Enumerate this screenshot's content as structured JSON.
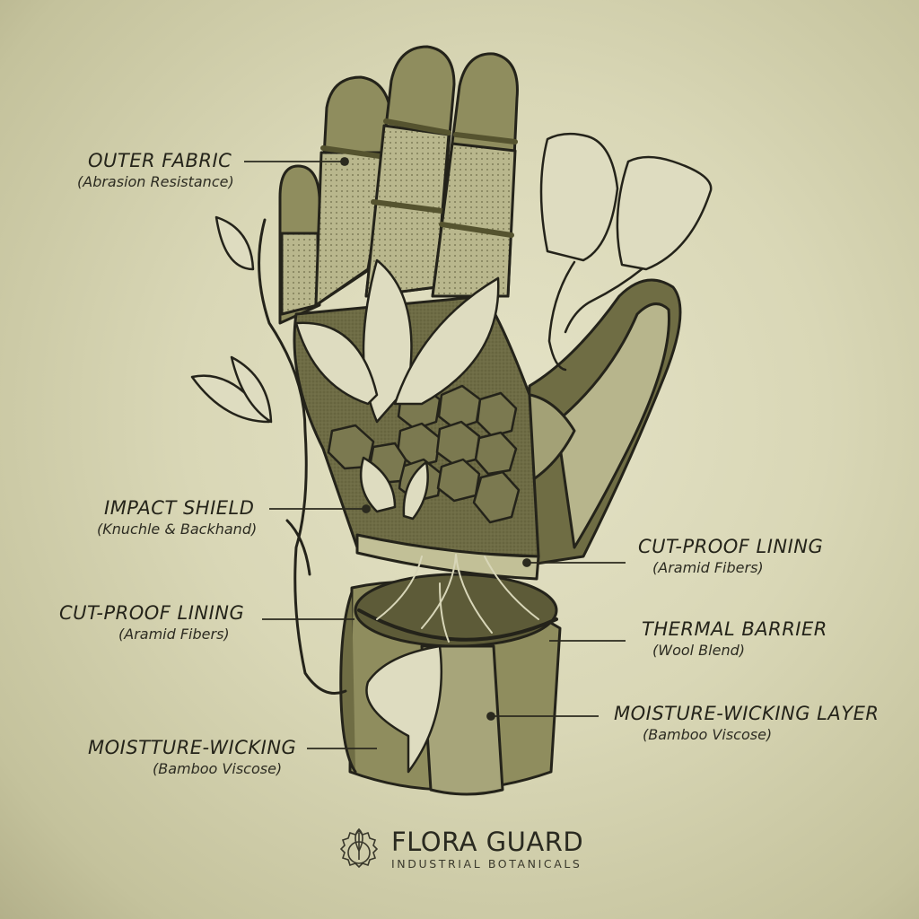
{
  "diagram": {
    "subject": "Botanical-themed protective work glove cross-section",
    "colors": {
      "background": "#d9d7b6",
      "glove_dark": "#6f6d44",
      "glove_mid": "#8f8d5e",
      "glove_light": "#b7b58c",
      "leaf_fill": "#dedcc0",
      "ink": "#24231a"
    },
    "labels": [
      {
        "id": "outer-fabric",
        "title": "OUTER FABRIC",
        "subtitle": "(Abrasion Resistance)",
        "side": "left"
      },
      {
        "id": "impact-shield",
        "title": "IMPACT SHIELD",
        "subtitle": "(Knuchle & Backhand)",
        "side": "left"
      },
      {
        "id": "cut-proof-left",
        "title": "CUT-PROOF LINING",
        "subtitle": "(Aramid Fibers)",
        "side": "left"
      },
      {
        "id": "moisture-left",
        "title": "MOISTTURE-WICKING",
        "subtitle": "(Bamboo Viscose)",
        "side": "left"
      },
      {
        "id": "cut-proof-right",
        "title": "CUT-PROOF LINING",
        "subtitle": "(Aramid Fibers)",
        "side": "right"
      },
      {
        "id": "thermal-barrier",
        "title": "THERMAL BARRIER",
        "subtitle": "(Wool Blend)",
        "side": "right"
      },
      {
        "id": "moisture-right",
        "title": "MOISTURE-WICKING LAYER",
        "subtitle": "(Bamboo Viscose)",
        "side": "right"
      }
    ]
  },
  "brand": {
    "name": "FLORA GUARD",
    "tagline": "INDUSTRIAL BOTANICALS",
    "logo_icon": "leaf-gear-icon"
  }
}
